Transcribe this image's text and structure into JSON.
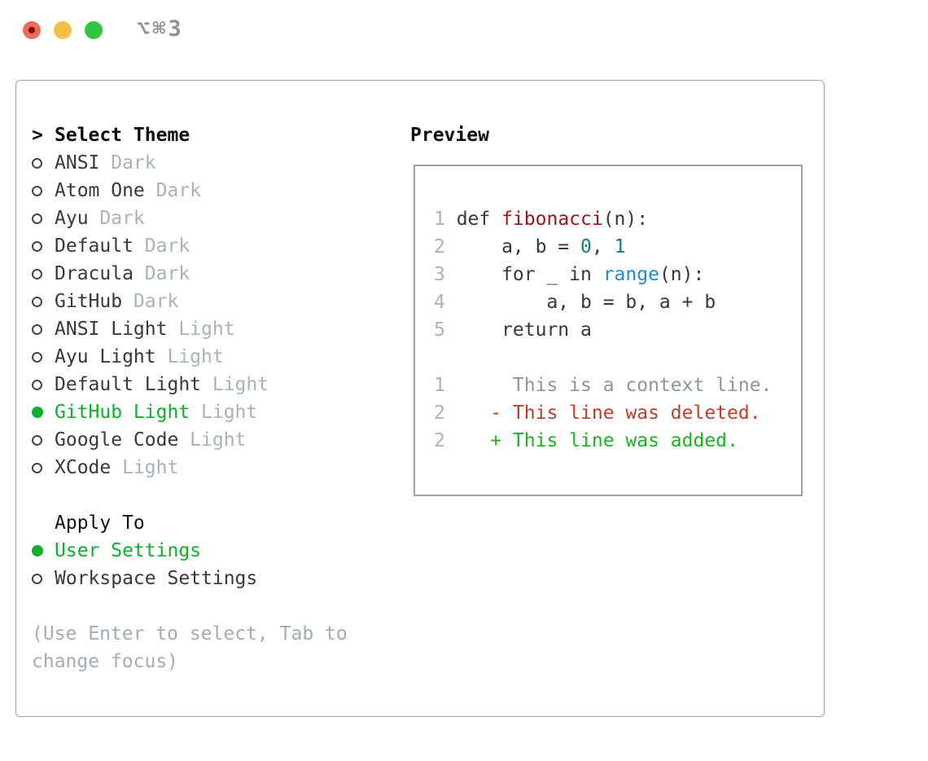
{
  "window": {
    "title_shortcut": "⌥⌘3"
  },
  "colors": {
    "accent_green": "#10ae2e",
    "diff_added_green": "#17b620",
    "diff_deleted_red": "#c43b2c",
    "function_red": "#a31414",
    "number_teal": "#11807b",
    "builtin_blue": "#1b8ecd",
    "code_text": "#33383e",
    "line_number": "#a9b2bc",
    "context_gray": "#8d959d",
    "variant_gray": "#a9b2bc",
    "list_text": "#34393f",
    "header_text": "#0c0e10",
    "border_gray": "#9aa3ac",
    "help_gray": "#a3abb5"
  },
  "theme_panel": {
    "header_marker": ">",
    "header_label": "Select Theme",
    "items": [
      {
        "name": "ANSI",
        "variant": "Dark",
        "selected": false
      },
      {
        "name": "Atom One",
        "variant": "Dark",
        "selected": false
      },
      {
        "name": "Ayu",
        "variant": "Dark",
        "selected": false
      },
      {
        "name": "Default",
        "variant": "Dark",
        "selected": false
      },
      {
        "name": "Dracula",
        "variant": "Dark",
        "selected": false
      },
      {
        "name": "GitHub",
        "variant": "Dark",
        "selected": false
      },
      {
        "name": "ANSI Light",
        "variant": "Light",
        "selected": false
      },
      {
        "name": "Ayu Light",
        "variant": "Light",
        "selected": false
      },
      {
        "name": "Default Light",
        "variant": "Light",
        "selected": false
      },
      {
        "name": "GitHub Light",
        "variant": "Light",
        "selected": true
      },
      {
        "name": "Google Code",
        "variant": "Light",
        "selected": false
      },
      {
        "name": "XCode",
        "variant": "Light",
        "selected": false
      }
    ]
  },
  "apply_panel": {
    "header": "Apply To",
    "options": [
      {
        "label": "User Settings",
        "selected": true
      },
      {
        "label": "Workspace Settings",
        "selected": false
      }
    ]
  },
  "help_text": "(Use Enter to select, Tab to change focus)",
  "preview": {
    "header": "Preview",
    "lines": [
      {
        "num": "1",
        "parts": [
          {
            "t": "def ",
            "c": "code_text"
          },
          {
            "t": "fibonacci",
            "c": "function_red"
          },
          {
            "t": "(n):",
            "c": "code_text"
          }
        ]
      },
      {
        "num": "2",
        "parts": [
          {
            "t": "    a, b = ",
            "c": "code_text"
          },
          {
            "t": "0",
            "c": "number_teal"
          },
          {
            "t": ", ",
            "c": "code_text"
          },
          {
            "t": "1",
            "c": "number_teal"
          }
        ]
      },
      {
        "num": "3",
        "parts": [
          {
            "t": "    for _ in ",
            "c": "code_text"
          },
          {
            "t": "range",
            "c": "builtin_blue"
          },
          {
            "t": "(n):",
            "c": "code_text"
          }
        ]
      },
      {
        "num": "4",
        "parts": [
          {
            "t": "        a, b = b, a + b",
            "c": "code_text"
          }
        ]
      },
      {
        "num": "5",
        "parts": [
          {
            "t": "    return a",
            "c": "code_text"
          }
        ]
      },
      {
        "num": "",
        "parts": []
      },
      {
        "num": "1",
        "parts": [
          {
            "t": "     This is a context line.",
            "c": "context_gray"
          }
        ]
      },
      {
        "num": "2",
        "parts": [
          {
            "t": "   - This line was deleted.",
            "c": "diff_deleted_red"
          }
        ]
      },
      {
        "num": "2",
        "parts": [
          {
            "t": "   + This line was added.",
            "c": "diff_added_green"
          }
        ]
      }
    ]
  }
}
